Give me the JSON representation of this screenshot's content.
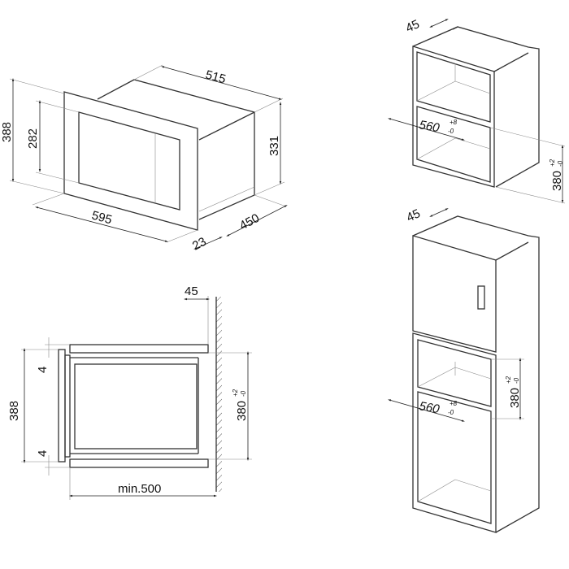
{
  "oven_view": {
    "width": "595",
    "depth_top": "515",
    "height_total": "388",
    "height_window": "282",
    "height_body": "331",
    "depth_body": "450",
    "front_thickness": "23"
  },
  "wall_cabinet": {
    "gap": "45",
    "width": "560",
    "width_tol_plus": "+8",
    "width_tol_minus": "-0",
    "height": "380",
    "height_tol_plus": "+2",
    "height_tol_minus": "-0"
  },
  "section_view": {
    "gap": "45",
    "top_clearance": "4",
    "bottom_clearance": "4",
    "height_total": "388",
    "height_niche": "380",
    "height_tol_plus": "+2",
    "height_tol_minus": "-0",
    "depth_min": "min.500"
  },
  "tall_cabinet": {
    "gap": "45",
    "width": "560",
    "width_tol_plus": "+8",
    "width_tol_minus": "-0",
    "height": "380",
    "height_tol_plus": "+2",
    "height_tol_minus": "-0"
  }
}
